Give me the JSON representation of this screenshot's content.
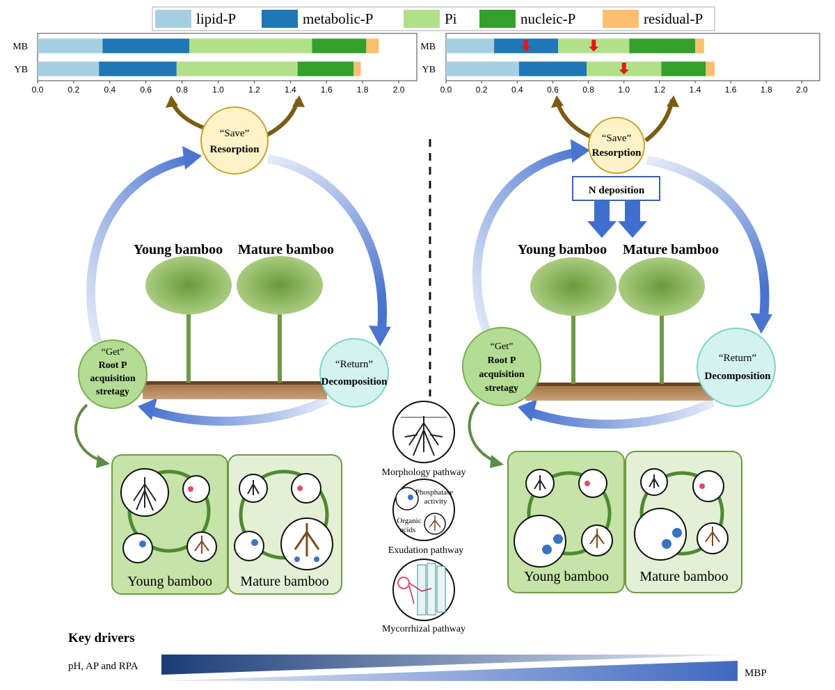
{
  "legend": [
    {
      "label": "lipid-P",
      "color": "#a6cee3"
    },
    {
      "label": "metabolic-P",
      "color": "#1f78b4"
    },
    {
      "label": "Pi",
      "color": "#b2df8a"
    },
    {
      "label": "nucleic-P",
      "color": "#33a02c"
    },
    {
      "label": "residual-P",
      "color": "#fdbf6f"
    }
  ],
  "chart_data": [
    {
      "type": "bar",
      "orientation": "horizontal",
      "stacked": true,
      "categories": [
        "MB",
        "YB"
      ],
      "xlim": [
        0,
        2.1
      ],
      "xticks": [
        "0.0",
        "0.2",
        "0.4",
        "0.6",
        "0.8",
        "1.0",
        "1.2",
        "1.4",
        "1.6",
        "1.8",
        "2.0"
      ],
      "series": [
        {
          "name": "lipid-P",
          "values": [
            0.36,
            0.34
          ]
        },
        {
          "name": "metabolic-P",
          "values": [
            0.48,
            0.43
          ]
        },
        {
          "name": "Pi",
          "values": [
            0.68,
            0.67
          ]
        },
        {
          "name": "nucleic-P",
          "values": [
            0.3,
            0.31
          ]
        },
        {
          "name": "residual-P",
          "values": [
            0.07,
            0.04
          ]
        }
      ]
    },
    {
      "type": "bar",
      "orientation": "horizontal",
      "stacked": true,
      "categories": [
        "MB",
        "YB"
      ],
      "xlim": [
        0,
        2.1
      ],
      "xticks": [
        "0.0",
        "0.2",
        "0.4",
        "0.6",
        "0.8",
        "1.0",
        "1.2",
        "1.4",
        "1.6",
        "1.8",
        "2.0"
      ],
      "series": [
        {
          "name": "lipid-P",
          "values": [
            0.27,
            0.41
          ]
        },
        {
          "name": "metabolic-P",
          "values": [
            0.36,
            0.38
          ]
        },
        {
          "name": "Pi",
          "values": [
            0.4,
            0.42
          ]
        },
        {
          "name": "nucleic-P",
          "values": [
            0.37,
            0.25
          ]
        },
        {
          "name": "residual-P",
          "values": [
            0.05,
            0.05
          ]
        }
      ],
      "decrease_markers": [
        {
          "category": "MB",
          "series": "metabolic-P"
        },
        {
          "category": "MB",
          "series": "Pi"
        },
        {
          "category": "YB",
          "series": "Pi"
        }
      ]
    }
  ],
  "cycle": {
    "save_quote": "“Save”",
    "save_label": "Resorption",
    "return_quote": "“Return”",
    "return_label": "Decomposition",
    "get_quote": "“Get”",
    "get_line1": "Root P",
    "get_line2": "acquisition",
    "get_line3": "stretagy",
    "young_title": "Young bamboo",
    "mature_title": "Mature bamboo"
  },
  "n_deposition": "N deposition",
  "panels": {
    "young": "Young bamboo",
    "mature": "Mature bamboo"
  },
  "pathways": {
    "morphology": "Morphology pathway",
    "phosphatase_1": "Phosphatase",
    "phosphatase_2": "activity",
    "organic_1": "Organic",
    "organic_2": "acids",
    "exudation": "Exudation pathway",
    "mycorrhizal": "Mycorrhizal pathway"
  },
  "drivers": {
    "title": "Key drivers",
    "left": "pH, AP and RPA",
    "right": "MBP"
  }
}
